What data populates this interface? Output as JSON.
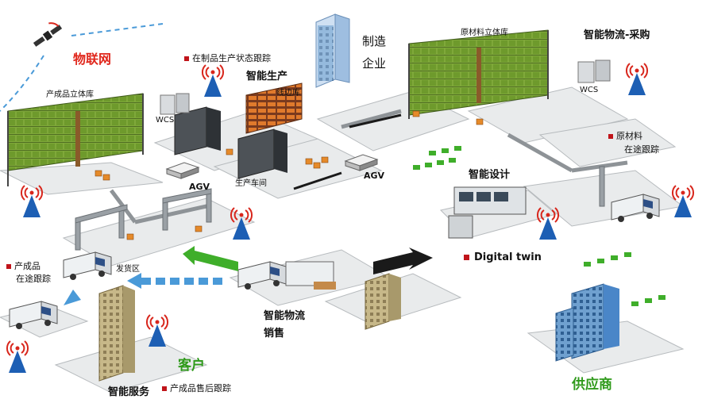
{
  "labels": {
    "iot": "物联网",
    "in_process_tracking": "在制品生产状态跟踪",
    "smart_production": "智能生产",
    "manufacturing_1": "制造",
    "manufacturing_2": "企业",
    "raw_material_warehouse": "原材料立体库",
    "smart_logistics_purchase": "智能物流-采购",
    "finished_goods_warehouse": "产成品立体库",
    "wcs_left": "WCS",
    "wcs_right": "WCS",
    "line_warehouse": "线边库",
    "agv_left": "AGV",
    "agv_right": "AGV",
    "production_workshop": "生产车间",
    "raw_material_transit_1": "原材料",
    "raw_material_transit_2": "在途跟踪",
    "smart_design": "智能设计",
    "digital_twin": "Digital twin",
    "finished_transit_1": "产成品",
    "finished_transit_2": "在途跟踪",
    "shipping_area": "发货区",
    "smart_logistics_sales_1": "智能物流",
    "smart_logistics_sales_2": "销售",
    "customer": "客户",
    "supplier": "供应商",
    "after_sales_tracking": "产成品售后跟踪",
    "smart_service": "智能服务"
  },
  "colors": {
    "rack_green": "#7fa83a",
    "platform": "#e9ebec",
    "platform_side": "#b7bbbe",
    "tower_blue": "#4a86c8",
    "antenna_blue": "#1d5fb4",
    "signal_red": "#d8261c",
    "arrow_green": "#3fae2a",
    "arrow_blue": "#4a9ad8",
    "box_orange": "#e58a2a"
  }
}
